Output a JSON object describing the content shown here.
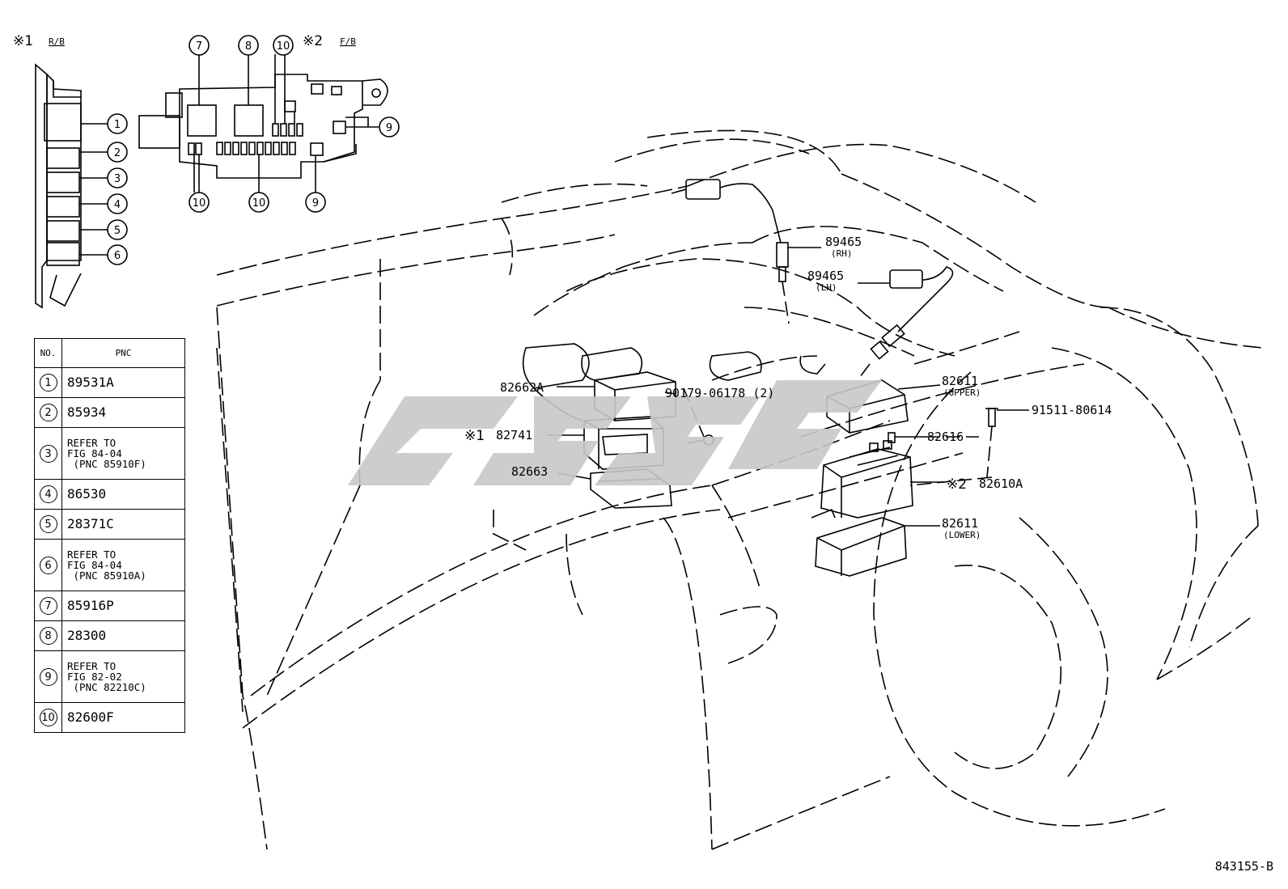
{
  "block_labels": {
    "rb_marker": "※1",
    "rb_name": "R/B",
    "fb_marker": "※2",
    "fb_name": "F/B"
  },
  "callout_numbers": [
    "1",
    "2",
    "3",
    "4",
    "5",
    "6",
    "7",
    "8",
    "9",
    "10"
  ],
  "table": {
    "header_no": "NO.",
    "header_pnc": "PNC",
    "rows": [
      {
        "no": "1",
        "lines": [
          "89531A"
        ]
      },
      {
        "no": "2",
        "lines": [
          "85934"
        ]
      },
      {
        "no": "3",
        "lines": [
          "REFER TO",
          "FIG 84-04",
          " (PNC 85910F)"
        ]
      },
      {
        "no": "4",
        "lines": [
          "86530"
        ]
      },
      {
        "no": "5",
        "lines": [
          "28371C"
        ]
      },
      {
        "no": "6",
        "lines": [
          "REFER TO",
          "FIG 84-04",
          " (PNC 85910A)"
        ]
      },
      {
        "no": "7",
        "lines": [
          "85916P"
        ]
      },
      {
        "no": "8",
        "lines": [
          "28300"
        ]
      },
      {
        "no": "9",
        "lines": [
          "REFER TO",
          "FIG 82-02",
          " (PNC 82210C)"
        ]
      },
      {
        "no": "10",
        "lines": [
          "82600F"
        ]
      }
    ]
  },
  "part_labels": {
    "p89465_rh": "89465",
    "rh": "(RH)",
    "p89465_lh": "89465",
    "lh": "(LH)",
    "p82662a": "82662A",
    "p90179": "90179-06178 (2)",
    "p82741_marker": "※1",
    "p82741": "82741",
    "p82663": "82663",
    "p82611_upper": "82611",
    "upper": "(UPPER)",
    "p91511": "91511-80614",
    "p82616": "82616",
    "p82610a_marker": "※2",
    "p82610a": "82610A",
    "p82611_lower": "82611",
    "lower": "(LOWER)"
  },
  "figure_id": "843155-B",
  "colors": {
    "line": "#000000",
    "watermark": "#c8c8c8",
    "background": "#ffffff"
  }
}
